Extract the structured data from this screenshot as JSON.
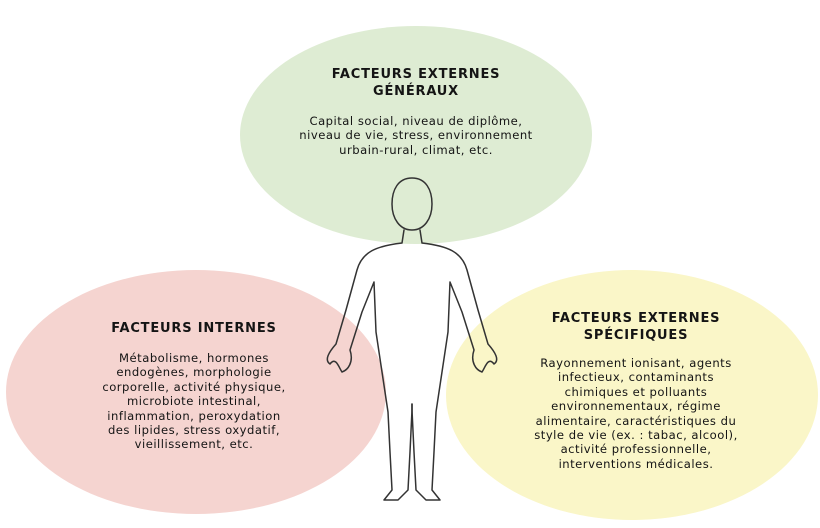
{
  "colors": {
    "general_external": "#deecd3",
    "internal": "#f5d4d0",
    "specific_external": "#faf6c8",
    "outline": "#333333"
  },
  "top": {
    "heading": [
      "FACTEURS EXTERNES",
      "GÉNÉRAUX"
    ],
    "lines": [
      "Capital social, niveau de diplôme,",
      "niveau de vie, stress, environnement",
      "urbain-rural, climat, etc."
    ]
  },
  "left": {
    "heading": [
      "FACTEURS INTERNES"
    ],
    "lines": [
      "Métabolisme, hormones",
      "endogènes, morphologie",
      "corporelle, activité physique,",
      "microbiote intestinal,",
      "inflammation, peroxydation",
      "des lipides, stress oxydatif,",
      "vieillissement, etc."
    ]
  },
  "right": {
    "heading": [
      "FACTEURS EXTERNES",
      "SPÉCIFIQUES"
    ],
    "lines": [
      "Rayonnement ionisant, agents",
      "infectieux, contaminants",
      "chimiques et polluants",
      "environnementaux, régime",
      "alimentaire, caractéristiques du",
      "style de vie (ex. : tabac, alcool),",
      "activité professionnelle,",
      "interventions médicales."
    ]
  }
}
